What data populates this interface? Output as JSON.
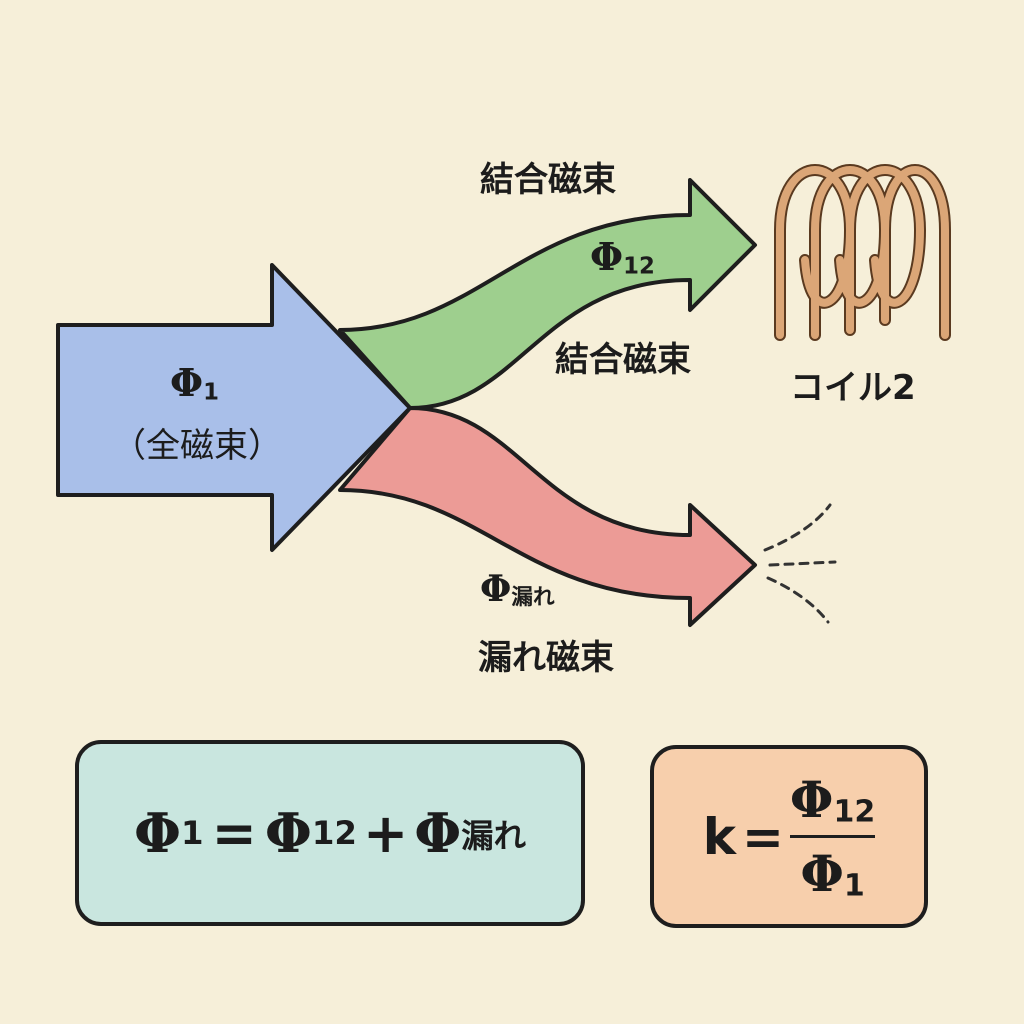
{
  "colors": {
    "background": "#f6efd9",
    "total_arrow": "#a9bfe9",
    "coupled_arrow": "#9ecf8e",
    "leak_arrow": "#ec9b96",
    "coil": "#d9a273",
    "equation_box": "#c9e6df",
    "ratio_box": "#f7cfac"
  },
  "total": {
    "symbol": "Φ",
    "sub": "1",
    "label": "（全磁束）"
  },
  "coupled": {
    "label_top": "結合磁束",
    "symbol": "Φ",
    "sub": "12",
    "label_bottom": "結合磁束"
  },
  "coil": {
    "label": "コイル2"
  },
  "leak": {
    "symbol": "Φ",
    "sub": "漏れ",
    "label": "漏れ磁束"
  },
  "equation": {
    "lhs": "Φ",
    "lhs_sub": "1",
    "eq": "=",
    "t1": "Φ",
    "t1_sub": "12",
    "plus": "+",
    "t2": "Φ",
    "t2_sub": "漏れ"
  },
  "ratio": {
    "k": "k",
    "eq": "=",
    "num": "Φ",
    "num_sub": "12",
    "den": "Φ",
    "den_sub": "1"
  }
}
